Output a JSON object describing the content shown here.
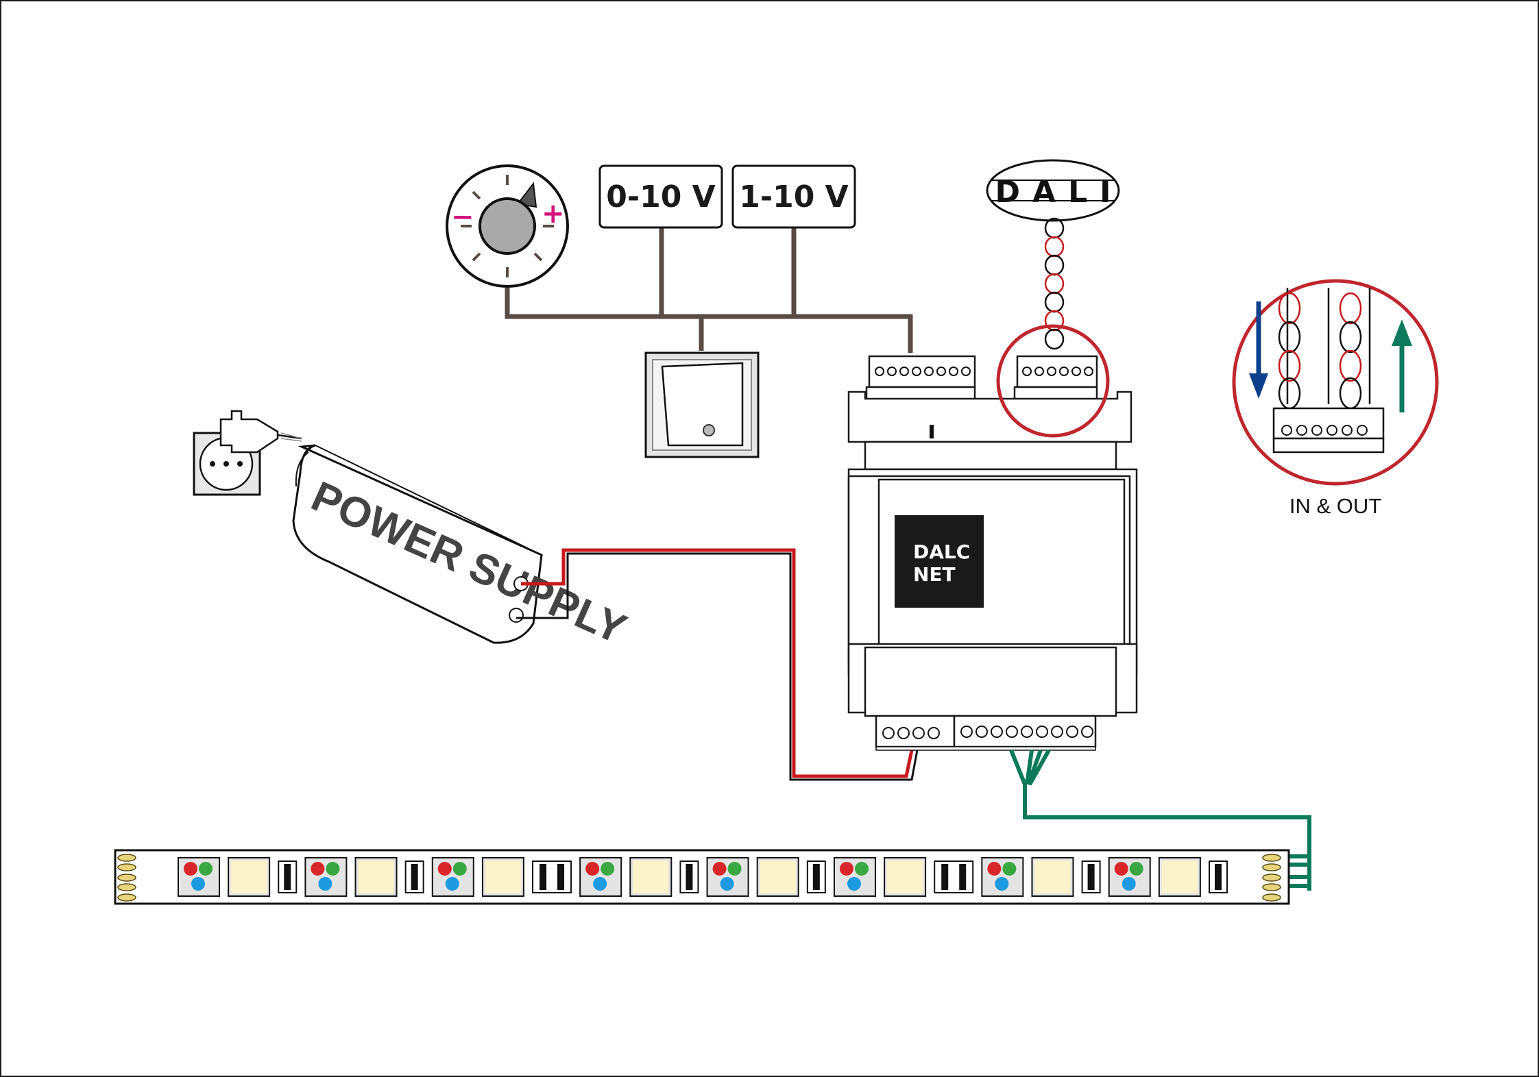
{
  "labels": {
    "box_0_10v": "0-10 V",
    "box_1_10v": "1-10 V",
    "dali": "DALI",
    "power_supply": "POWER SUPPLY",
    "dalcnet_line1": "DALC",
    "dalcnet_line2": "NET",
    "in_out": "IN & OUT",
    "knob_minus": "−",
    "knob_plus": "+"
  },
  "colors": {
    "control_bus": "#5a4a45",
    "power_positive": "#c8191e",
    "power_negative": "#111111",
    "led_signal": "#0b7a5a",
    "dali_circle": "#c0262d",
    "arrow_in": "#0c3f8c",
    "arrow_out": "#0e7a5e",
    "knob_sign": "#d4127b",
    "led_warm": "#fbf3c9",
    "rgb_red": "#d8262b",
    "rgb_green": "#3aa842",
    "rgb_blue": "#1e9be0"
  },
  "icons": {
    "knob": "potentiometer-knob-icon",
    "switch": "wall-switch-icon",
    "plug": "mains-plug-icon",
    "socket": "wall-socket-icon",
    "arrow_down": "arrow-down-icon",
    "arrow_up": "arrow-up-icon"
  },
  "led_strip_sequence": [
    "rgb",
    "warm",
    "res",
    "rgb",
    "warm",
    "res",
    "rgb",
    "warm",
    "res2",
    "rgb",
    "warm",
    "res",
    "rgb",
    "warm",
    "res",
    "rgb",
    "warm",
    "res2",
    "rgb",
    "warm",
    "res",
    "rgb",
    "warm",
    "res"
  ]
}
